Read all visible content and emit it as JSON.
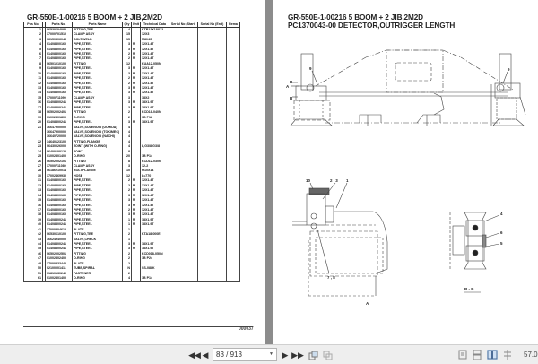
{
  "left_page": {
    "title": "GR-550E-1-00216 5 BOOM + 2 JIB,2M2D",
    "columns": [
      "Pos No.",
      "",
      "Parts No.",
      "Parts Name",
      "Qty",
      "Unit",
      "Technical Data",
      "Serial No (Start)",
      "Serial No (End)",
      "Rema"
    ],
    "rows": [
      {
        "pos": "1",
        "part": "06530604080",
        "name": "FITTING,TEE",
        "qty": "4",
        "unit": "",
        "tech": "KTR12X18X12"
      },
      {
        "pos": "2",
        "part": "37000701510",
        "name": "CLAMP ASSY",
        "qty": "15",
        "unit": "",
        "tech": "12X3"
      },
      {
        "pos": "3",
        "part": "06150306045",
        "name": "BOLT,WELD",
        "qty": "15",
        "unit": "",
        "tech": "M8X45"
      },
      {
        "pos": "4",
        "part": "01408800160",
        "name": "PIPE,STEEL",
        "qty": "3",
        "unit": "M",
        "tech": "12X1.4T"
      },
      {
        "pos": "5",
        "part": "01408800160",
        "name": "PIPE,STEEL",
        "qty": "3",
        "unit": "M",
        "tech": "12X1.4T"
      },
      {
        "pos": "6",
        "part": "01408800160",
        "name": "PIPE,STEEL",
        "qty": "2",
        "unit": "M",
        "tech": "12X1.4T"
      },
      {
        "pos": "7",
        "part": "01408800160",
        "name": "PIPE,STEEL",
        "qty": "2",
        "unit": "M",
        "tech": "12X1.4T"
      },
      {
        "pos": "8",
        "part": "06501010100",
        "name": "FITTING",
        "qty": "12",
        "unit": "",
        "tech": "KUA12-050N"
      },
      {
        "pos": "9",
        "part": "01408800160",
        "name": "PIPE,STEEL",
        "qty": "3",
        "unit": "M",
        "tech": "12X1.4T"
      },
      {
        "pos": "10",
        "part": "01408800160",
        "name": "PIPE,STEEL",
        "qty": "3",
        "unit": "M",
        "tech": "12X1.4T"
      },
      {
        "pos": "11",
        "part": "01408800160",
        "name": "PIPE,STEEL",
        "qty": "2",
        "unit": "M",
        "tech": "12X1.4T"
      },
      {
        "pos": "12",
        "part": "01408800160",
        "name": "PIPE,STEEL",
        "qty": "2",
        "unit": "M",
        "tech": "12X1.4T"
      },
      {
        "pos": "13",
        "part": "01408800160",
        "name": "PIPE,STEEL",
        "qty": "3",
        "unit": "M",
        "tech": "12X1.4T"
      },
      {
        "pos": "14",
        "part": "01408800160",
        "name": "PIPE,STEEL",
        "qty": "3",
        "unit": "M",
        "tech": "12X1.4T"
      },
      {
        "pos": "15",
        "part": "37000711090",
        "name": "CLAMP ASSY",
        "qty": "3",
        "unit": "",
        "tech": "18X2"
      },
      {
        "pos": "16",
        "part": "01408800241",
        "name": "PIPE,STEEL",
        "qty": "3",
        "unit": "M",
        "tech": "18X1.9T"
      },
      {
        "pos": "17",
        "part": "01408800241",
        "name": "PIPE,STEEL",
        "qty": "3",
        "unit": "M",
        "tech": "18X1.9T"
      },
      {
        "pos": "18",
        "part": "06502002401",
        "name": "FITTING",
        "qty": "2",
        "unit": "",
        "tech": "KCD18-040N"
      },
      {
        "pos": "19",
        "part": "01002801800",
        "name": "O-RING",
        "qty": "2",
        "unit": "",
        "tech": "1B P18"
      },
      {
        "pos": "20",
        "part": "01408800241",
        "name": "PIPE,STEEL",
        "qty": "3",
        "unit": "M",
        "tech": "18X1.9T"
      },
      {
        "pos": "21",
        "part": "36647900000",
        "name": "VALVE,SOLENOID (UCHIDA)",
        "qty": "4",
        "unit": "",
        "tech": ""
      },
      {
        "pos": "",
        "part": "36647900000",
        "name": "VALVE,SOLENOID (TOKIMEC)",
        "qty": "4",
        "unit": "",
        "tech": ""
      },
      {
        "pos": "",
        "part": "36640720000",
        "name": "VALVE,SOLENOID (NACHI)",
        "qty": "4",
        "unit": "",
        "tech": ""
      },
      {
        "pos": "22",
        "part": "34640123100",
        "name": "FITTING,FLANGE",
        "qty": "4",
        "unit": "",
        "tech": ""
      },
      {
        "pos": "23",
        "part": "06430026000",
        "name": "JOINT (WITH O-RING)",
        "qty": "4",
        "unit": "",
        "tech": "L,G3/8-G3/8"
      },
      {
        "pos": "24",
        "part": "06400100120",
        "name": "JOINT",
        "qty": "8",
        "unit": "",
        "tech": ""
      },
      {
        "pos": "25",
        "part": "01002801400",
        "name": "O-RING",
        "qty": "20",
        "unit": "",
        "tech": "1B P14"
      },
      {
        "pos": "26",
        "part": "06502002101",
        "name": "FITTING",
        "qty": "8",
        "unit": "",
        "tech": "KCD12-030N"
      },
      {
        "pos": "27",
        "part": "37000711080",
        "name": "CLAMP ASSY",
        "qty": "3",
        "unit": "",
        "tech": "12-2"
      },
      {
        "pos": "28",
        "part": "06186210014",
        "name": "BOLT,FLANGE",
        "qty": "10",
        "unit": "",
        "tech": "M10X14"
      },
      {
        "pos": "30",
        "part": "37002469930",
        "name": "HOSE",
        "qty": "12",
        "unit": "",
        "tech": "L=770"
      },
      {
        "pos": "31",
        "part": "01408800160",
        "name": "PIPE,STEEL",
        "qty": "2",
        "unit": "M",
        "tech": "12X1.4T"
      },
      {
        "pos": "32",
        "part": "01408800160",
        "name": "PIPE,STEEL",
        "qty": "2",
        "unit": "M",
        "tech": "12X1.4T"
      },
      {
        "pos": "33",
        "part": "01408800160",
        "name": "PIPE,STEEL",
        "qty": "2",
        "unit": "M",
        "tech": "12X1.4T"
      },
      {
        "pos": "34",
        "part": "01408800160",
        "name": "PIPE,STEEL",
        "qty": "3",
        "unit": "M",
        "tech": "12X1.4T"
      },
      {
        "pos": "35",
        "part": "01408800160",
        "name": "PIPE,STEEL",
        "qty": "3",
        "unit": "M",
        "tech": "12X1.4T"
      },
      {
        "pos": "36",
        "part": "01408800160",
        "name": "PIPE,STEEL",
        "qty": "3",
        "unit": "M",
        "tech": "12X1.4T"
      },
      {
        "pos": "37",
        "part": "01408800160",
        "name": "PIPE,STEEL",
        "qty": "2",
        "unit": "M",
        "tech": "12X1.4T"
      },
      {
        "pos": "38",
        "part": "01408800160",
        "name": "PIPE,STEEL",
        "qty": "3",
        "unit": "M",
        "tech": "12X1.4T"
      },
      {
        "pos": "39",
        "part": "01408800241",
        "name": "PIPE,STEEL",
        "qty": "1",
        "unit": "M",
        "tech": "18X1.9T"
      },
      {
        "pos": "40",
        "part": "01408800241",
        "name": "PIPE,STEEL",
        "qty": "1",
        "unit": "M",
        "tech": "18X1.9T"
      },
      {
        "pos": "41",
        "part": "37000504610",
        "name": "PLATE",
        "qty": "1",
        "unit": "",
        "tech": ""
      },
      {
        "pos": "42",
        "part": "06530610100",
        "name": "FITTING,TEE",
        "qty": "2",
        "unit": "",
        "tech": "KTA18-000E"
      },
      {
        "pos": "43",
        "part": "36624940000",
        "name": "VALVE,CHECK",
        "qty": "1",
        "unit": "",
        "tech": ""
      },
      {
        "pos": "44",
        "part": "01408800241",
        "name": "PIPE,STEEL",
        "qty": "3",
        "unit": "M",
        "tech": "18X1.9T"
      },
      {
        "pos": "45",
        "part": "01408800241",
        "name": "PIPE,STEEL",
        "qty": "3",
        "unit": "M",
        "tech": "18X1.9T"
      },
      {
        "pos": "46",
        "part": "06502002501",
        "name": "FITTING",
        "qty": "2",
        "unit": "",
        "tech": "KCD018-050N"
      },
      {
        "pos": "47",
        "part": "01002802400",
        "name": "O-RING",
        "qty": "2",
        "unit": "",
        "tech": "1B P24"
      },
      {
        "pos": "48",
        "part": "37000533440",
        "name": "PLATE",
        "qty": "2",
        "unit": "",
        "tech": ""
      },
      {
        "pos": "50",
        "part": "02100001411",
        "name": "TUBE,SPIRAL",
        "qty": "N",
        "unit": "",
        "tech": "SS-088K"
      },
      {
        "pos": "51",
        "part": "01810130240",
        "name": "FASTENER",
        "qty": "2",
        "unit": "",
        "tech": ""
      },
      {
        "pos": "61",
        "part": "01002801400",
        "name": "O-RING",
        "qty": "4",
        "unit": "",
        "tech": "1B P14"
      }
    ],
    "page_number": "000037"
  },
  "right_page": {
    "title_line1": "GR-550E-1-00216 5 BOOM + 2 JIB,2M2D",
    "title_line2": "PC1370043-00 DETECTOR,OUTRIGGER LENGTH",
    "callouts": {
      "left_detector": "9",
      "right_detector": "9",
      "view_a": "A",
      "section_b_top": "B",
      "section_b_bottom": "B",
      "detail_10": "10",
      "detail_23": "2 , 3",
      "detail_1": "1",
      "detail_78": "7 , 8",
      "detail_view_label": "A",
      "pulley_4": "4",
      "pulley_6": "6",
      "pulley_5": "5",
      "section_label": "B - B"
    }
  },
  "toolbar": {
    "first_page": "first-page",
    "prev_page": "previous-page",
    "page_indicator": "83 / 913",
    "next_page": "next-page",
    "last_page": "last-page",
    "zoom_level": "57.0"
  }
}
